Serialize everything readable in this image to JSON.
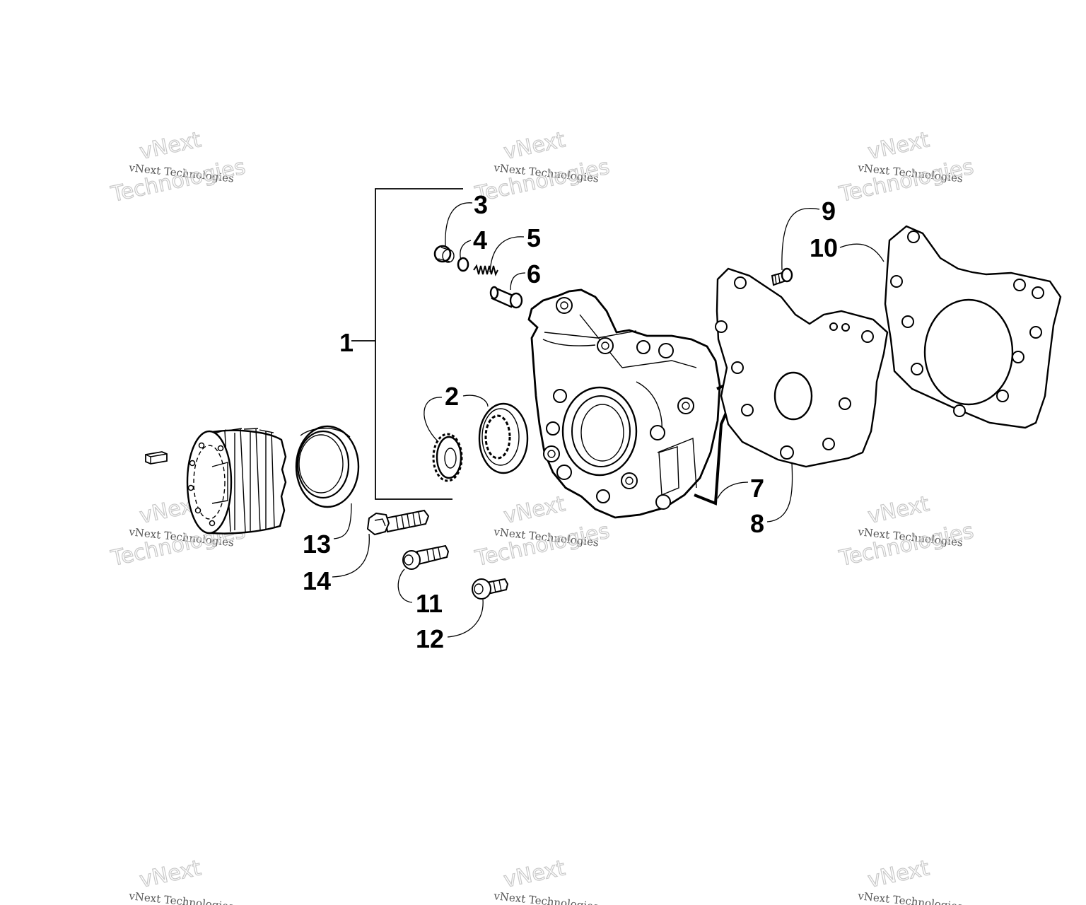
{
  "watermark": {
    "line1": "vNext",
    "line2": "vNext Technologies",
    "line3": "Technologies"
  },
  "callouts": {
    "c1": "1",
    "c2": "2",
    "c3": "3",
    "c4": "4",
    "c5": "5",
    "c6": "6",
    "c7": "7",
    "c8": "8",
    "c9": "9",
    "c10": "10",
    "c11": "11",
    "c12": "12",
    "c13": "13",
    "c14": "14"
  }
}
